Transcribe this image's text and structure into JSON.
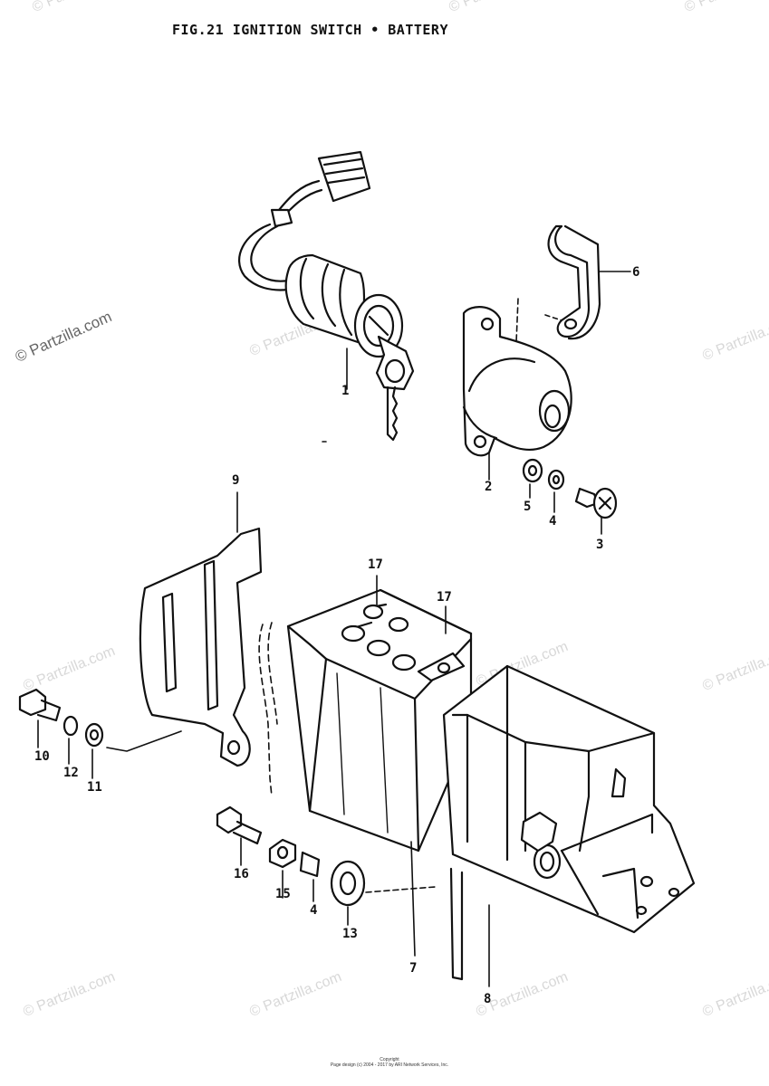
{
  "title": "FIG.21   IGNITION SWITCH • BATTERY",
  "watermark": "© Partzilla.com",
  "callouts": {
    "c1": "1",
    "c2": "2",
    "c3": "3",
    "c4a": "4",
    "c5": "5",
    "c6": "6",
    "c9": "9",
    "c17a": "17",
    "c17b": "17",
    "c10": "10",
    "c12": "12",
    "c11": "11",
    "c16": "16",
    "c15": "15",
    "c4b": "4",
    "c13": "13",
    "c7": "7",
    "c8": "8"
  },
  "footer": {
    "line1": "Copyright",
    "line2": "Page design (c) 2004 - 2017 by ARI Network Services, Inc."
  },
  "colors": {
    "ink": "#111111",
    "watermark": "#d8d8d8"
  }
}
